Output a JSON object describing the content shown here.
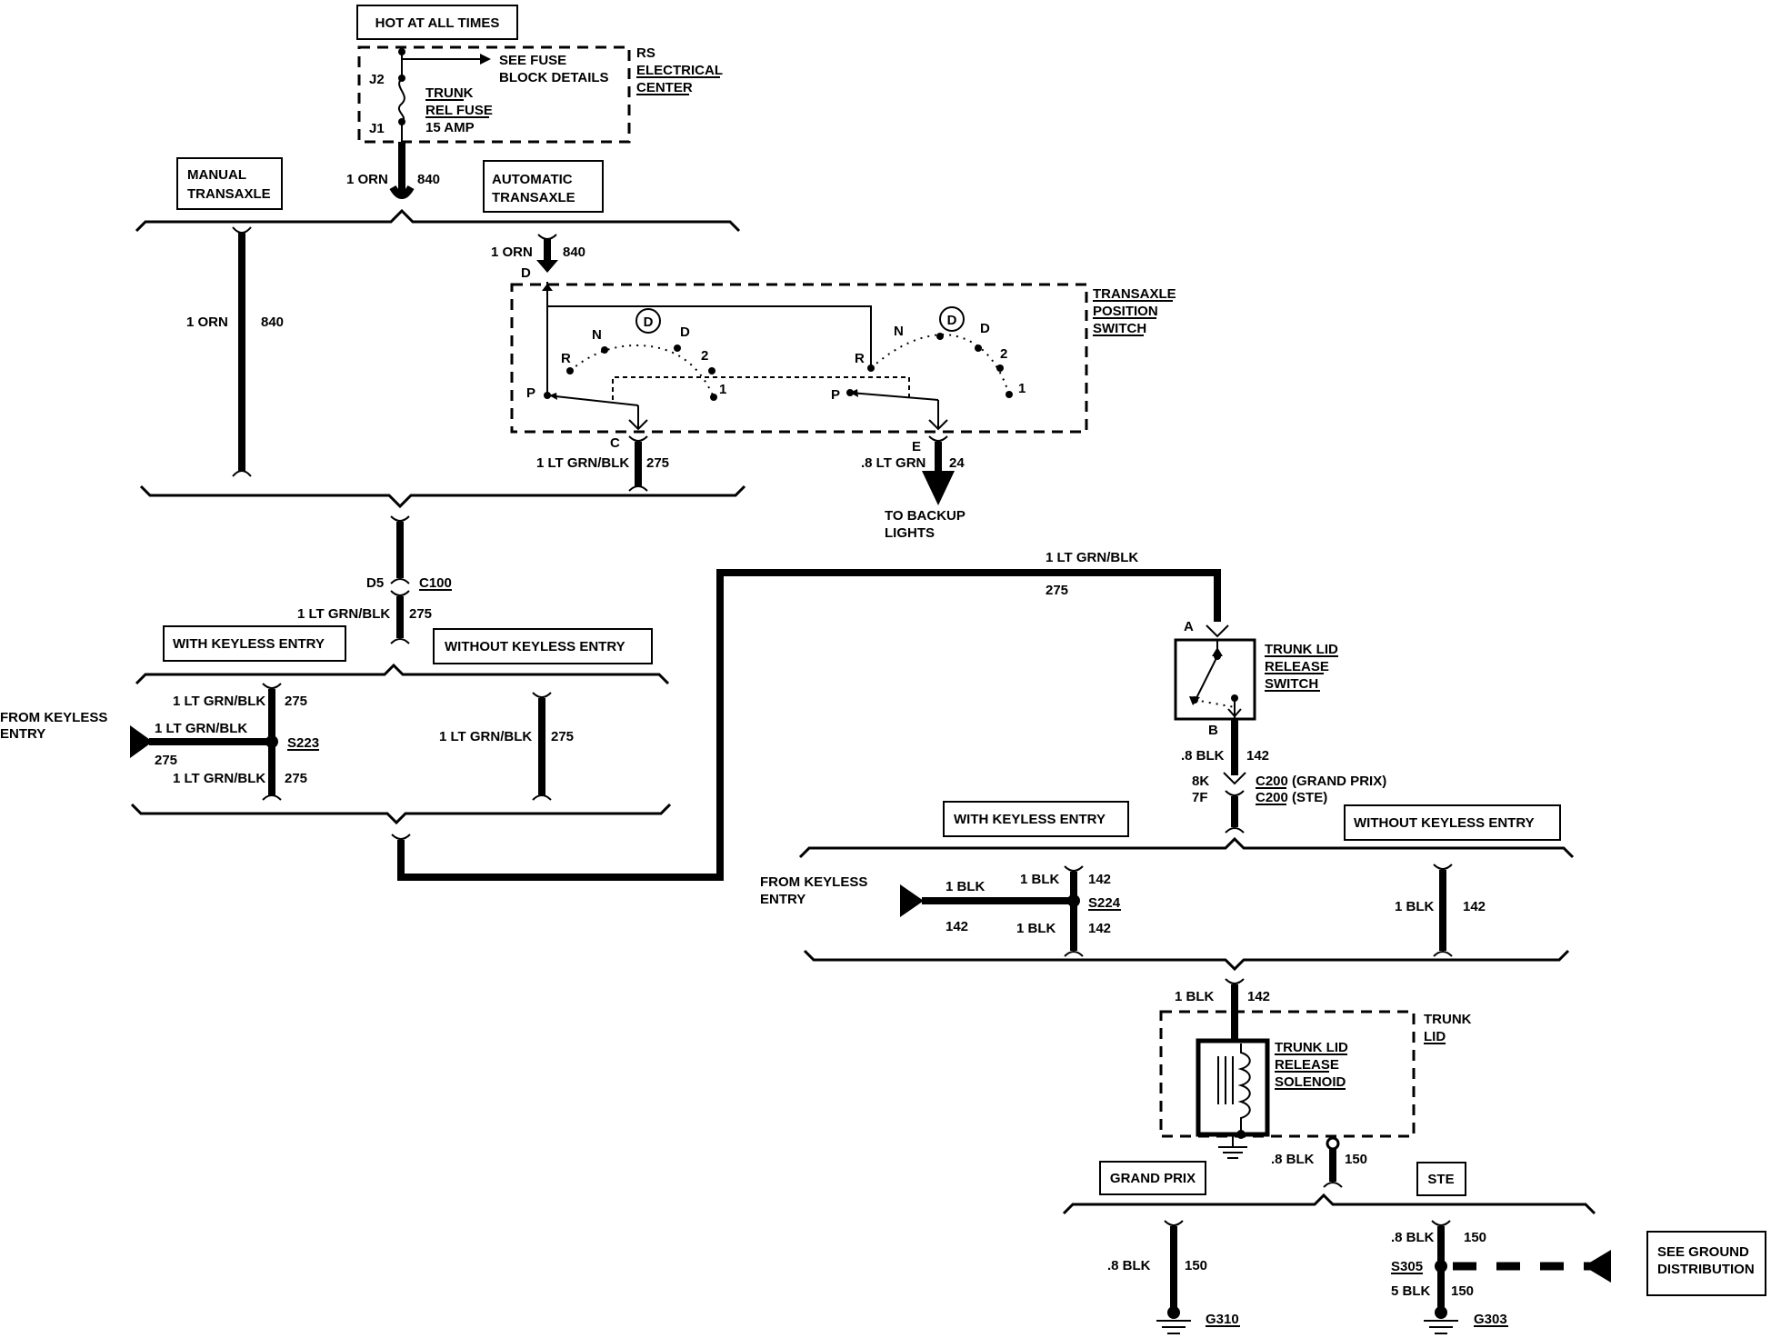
{
  "labels": {
    "hot_at_all_times": "HOT AT ALL TIMES",
    "see_fuse_1": "SEE FUSE",
    "see_fuse_2": "BLOCK DETAILS",
    "rs": "RS",
    "electrical": "ELECTRICAL",
    "center": "CENTER",
    "j2": "J2",
    "j1": "J1",
    "trunk_rel_1": "TRUNK",
    "trunk_rel_2": "REL FUSE",
    "trunk_rel_3": "15 AMP",
    "orn_top": "1 ORN",
    "w840_top": "840",
    "manual_1": "MANUAL",
    "manual_2": "TRANSAXLE",
    "auto_1": "AUTOMATIC",
    "auto_2": "TRANSAXLE",
    "orn_left": "1 ORN",
    "w840_left": "840",
    "orn_mid": "1 ORN",
    "w840_mid": "840",
    "pin_d": "D",
    "tps_1": "TRANSAXLE",
    "tps_2": "POSITION",
    "tps_3": "SWITCH",
    "r1": "R",
    "n1": "N",
    "d1_circ": "D",
    "d1": "D",
    "two1": "2",
    "p1": "P",
    "one1": "1",
    "r2": "R",
    "n2": "N",
    "d2_circ": "D",
    "d2": "D",
    "two2": "2",
    "p2": "P",
    "one2": "1",
    "pin_c": "C",
    "pin_e": "E",
    "ltgrn_275_tps": "1 LT GRN/BLK",
    "w275_tps": "275",
    "ltgrn_24": ".8 LT GRN",
    "w24": "24",
    "backup_1": "TO BACKUP",
    "backup_2": "LIGHTS",
    "d5": "D5",
    "c100": "C100",
    "ltgrn_c100": "1 LT GRN/BLK",
    "w275_c100": "275",
    "with_keyless_1": "WITH KEYLESS ENTRY",
    "without_keyless_1": "WITHOUT KEYLESS ENTRY",
    "from_keyless_1a": "FROM KEYLESS",
    "from_keyless_1b": "ENTRY",
    "s223_top_w": "1 LT GRN/BLK",
    "s223_top_n": "275",
    "s223_left_w": "1 LT GRN/BLK",
    "s223_left_n": "275",
    "s223": "S223",
    "s223_bot_w": "1 LT GRN/BLK",
    "s223_bot_n": "275",
    "nokey_1_w": "1 LT GRN/BLK",
    "nokey_1_n": "275",
    "top_run_w": "1 LT GRN/BLK",
    "top_run_n": "275",
    "pin_a": "A",
    "pin_b": "B",
    "tlrs_1": "TRUNK LID",
    "tlrs_2": "RELEASE",
    "tlrs_3": "SWITCH",
    "blk142_sw": ".8 BLK",
    "w142_sw": "142",
    "pin_8k": "8K",
    "pin_7f": "7F",
    "c200_gp": "C200 (GRAND PRIX)",
    "c200_ste": "C200 (STE)",
    "with_keyless_2": "WITH KEYLESS ENTRY",
    "without_keyless_2": "WITHOUT KEYLESS ENTRY",
    "from_keyless_2a": "FROM KEYLESS",
    "from_keyless_2b": "ENTRY",
    "s224_left_w": "1 BLK",
    "s224_left_n": "142",
    "s224_top_w": "1 BLK",
    "s224_top_n": "142",
    "s224": "S224",
    "s224_bot_w": "1 BLK",
    "s224_bot_n": "142",
    "nokey_2_w": "1 BLK",
    "nokey_2_n": "142",
    "blk142_sol": "1 BLK",
    "w142_sol": "142",
    "trunk_lid_1": "TRUNK",
    "trunk_lid_2": "LID",
    "sol_1": "TRUNK LID",
    "sol_2": "RELEASE",
    "sol_3": "SOLENOID",
    "blk150_sol": ".8 BLK",
    "w150_sol": "150",
    "grand_prix": "GRAND PRIX",
    "ste": "STE",
    "gp_w": ".8 BLK",
    "gp_n": "150",
    "g310": "G310",
    "ste_top_w": ".8 BLK",
    "ste_top_n": "150",
    "s305": "S305",
    "ste_bot_w": "5 BLK",
    "ste_bot_n": "150",
    "g303": "G303",
    "see_ground_1": "SEE GROUND",
    "see_ground_2": "DISTRIBUTION"
  }
}
